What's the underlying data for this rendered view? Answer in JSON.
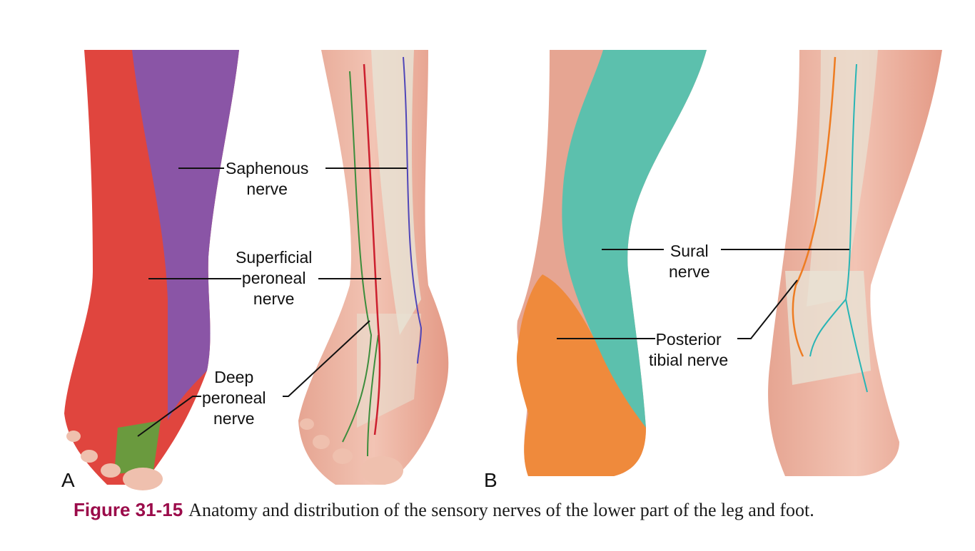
{
  "figure": {
    "number": "Figure 31-15",
    "caption": "Anatomy and distribution of the sensory nerves of the lower part of the leg and foot.",
    "panels": [
      {
        "letter": "A",
        "view": "anterior (dorsal) foot",
        "labels": [
          {
            "id": "saphenous",
            "text": "Saphenous\nnerve"
          },
          {
            "id": "superficial-peroneal",
            "text": "Superficial\nperoneal\nnerve"
          },
          {
            "id": "deep-peroneal",
            "text": "Deep\nperoneal\nnerve"
          }
        ]
      },
      {
        "letter": "B",
        "view": "posterior / plantar foot",
        "labels": [
          {
            "id": "sural",
            "text": "Sural\nnerve"
          },
          {
            "id": "posterior-tibial",
            "text": "Posterior\ntibial nerve"
          }
        ]
      }
    ],
    "colors": {
      "saphenous": "#8a55a6",
      "superficial_peroneal": "#e0453e",
      "deep_peroneal": "#6a9a3e",
      "sural": "#5cc0ad",
      "posterior_tibial": "#ef8a3c",
      "skin": "#e9b2a0",
      "bone": "#e8e2d4",
      "caption_accent": "#9b0b4a"
    }
  }
}
